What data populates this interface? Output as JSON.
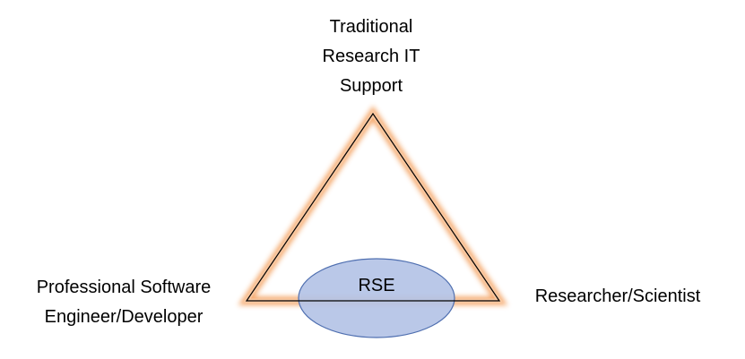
{
  "diagram": {
    "vertices": {
      "top": [
        "Traditional",
        "Research IT",
        "Support"
      ],
      "left": [
        "Professional Software",
        "Engineer/Developer"
      ],
      "right": [
        "Researcher/Scientist"
      ]
    },
    "center": "RSE"
  },
  "colors": {
    "triangle_stroke": "#000000",
    "triangle_glow": "#f4a566",
    "ellipse_fill": "#b4c3e6",
    "ellipse_stroke": "#4f6fb0",
    "text": "#000000",
    "background": "#ffffff"
  }
}
